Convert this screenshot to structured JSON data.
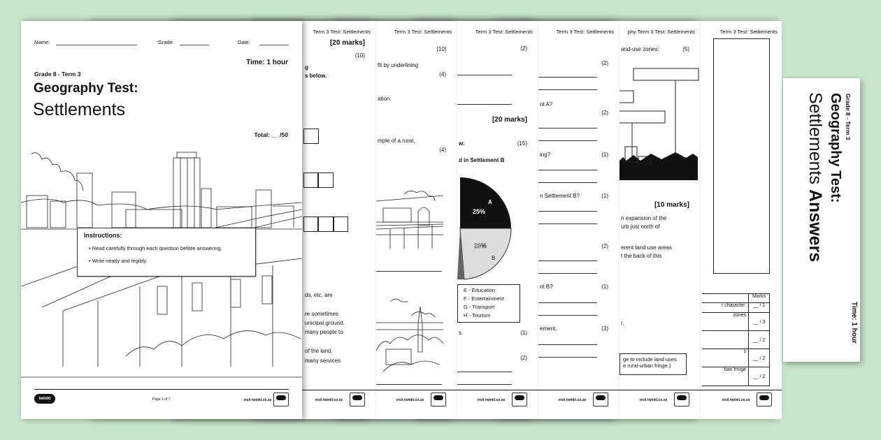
{
  "header": "Term 3 Test: Settlements",
  "header_p6": "phy Term 3 Test: Settlements",
  "footer_visit": "visit twinkl.co.za",
  "cover": {
    "name_label": "Name:",
    "grade_label": "Grade:",
    "date_label": "Date:",
    "time": "Time: 1 hour",
    "grade_term": "Grade 8 - Term 3",
    "title1": "Geography Test:",
    "title2": "Settlements",
    "total": "Total: __ /50",
    "instructions_title": "Instructions:",
    "instructions": [
      "Read carefully through each question before answering.",
      "Write neatly and legibly."
    ],
    "page": "Page 1 of 7",
    "logo": "twinkl"
  },
  "p2": {
    "marks": "[20 marks]",
    "q": "(10)",
    "l1": "g",
    "l2": "s below.",
    "t1": "ds, etc. are",
    "t2": "re sometimes",
    "t3": "unicipal ground.",
    "t4": "many people to",
    "t5": "of the land.",
    "t6": "many services"
  },
  "p3": {
    "m1": "[10]",
    "l1": "fit by underlining",
    "m2": "(4)",
    "l2": "ation.",
    "l3": "mple of a rural,",
    "m3": "(4)"
  },
  "p4": {
    "m1": "(2)",
    "marks": "[20 marks]",
    "l1": "w:",
    "m2": "(15)",
    "chart_title": "d in Settlement B",
    "slice_a": "A",
    "pct_a": "25%",
    "slice_b": "B",
    "pct_b": "23%",
    "legend": [
      "E - Education",
      "F - Entertainment",
      "G - Transport",
      "H - Tourism"
    ],
    "l2": "s.",
    "m3": "(1)",
    "m4": "(2)"
  },
  "p5": {
    "m1": "(2)",
    "q2": "nt A?",
    "m2": "(2)",
    "q3": "ing?",
    "m3": "(1)",
    "q4": "n Settlement B?",
    "m4": "(1)",
    "m5": "(2)",
    "q6": "nt B?",
    "m6": "(1)",
    "q7": "ement.",
    "m7": "(3)"
  },
  "p6": {
    "l1": "and-use zones:",
    "m1": "(5)",
    "marks": "[10 marks]",
    "t1": "n expansion of the",
    "t2": "urb just north of",
    "t3": "erent land use areas",
    "t4": "t the back of this",
    "t5": "r.",
    "b1": "ge to include land uses",
    "b2": "e rural-urban fringe.)"
  },
  "p7": {
    "marks_head": "Marks",
    "rows": [
      {
        "c": "r character.",
        "m": "__ / 1"
      },
      {
        "c": "zones",
        "m": "__ / 3"
      },
      {
        "c": "",
        "m": "__ / 2"
      },
      {
        "c": "s",
        "m": "__ / 2"
      },
      {
        "c": "ban fringe",
        "m": "__ / 2"
      }
    ]
  },
  "answers": {
    "grade_term": "Grade 8 - Term 3",
    "title1": "Geography Test:",
    "title2a": "Settlements ",
    "title2b": "Answers",
    "time": "Time: 1 hour"
  }
}
